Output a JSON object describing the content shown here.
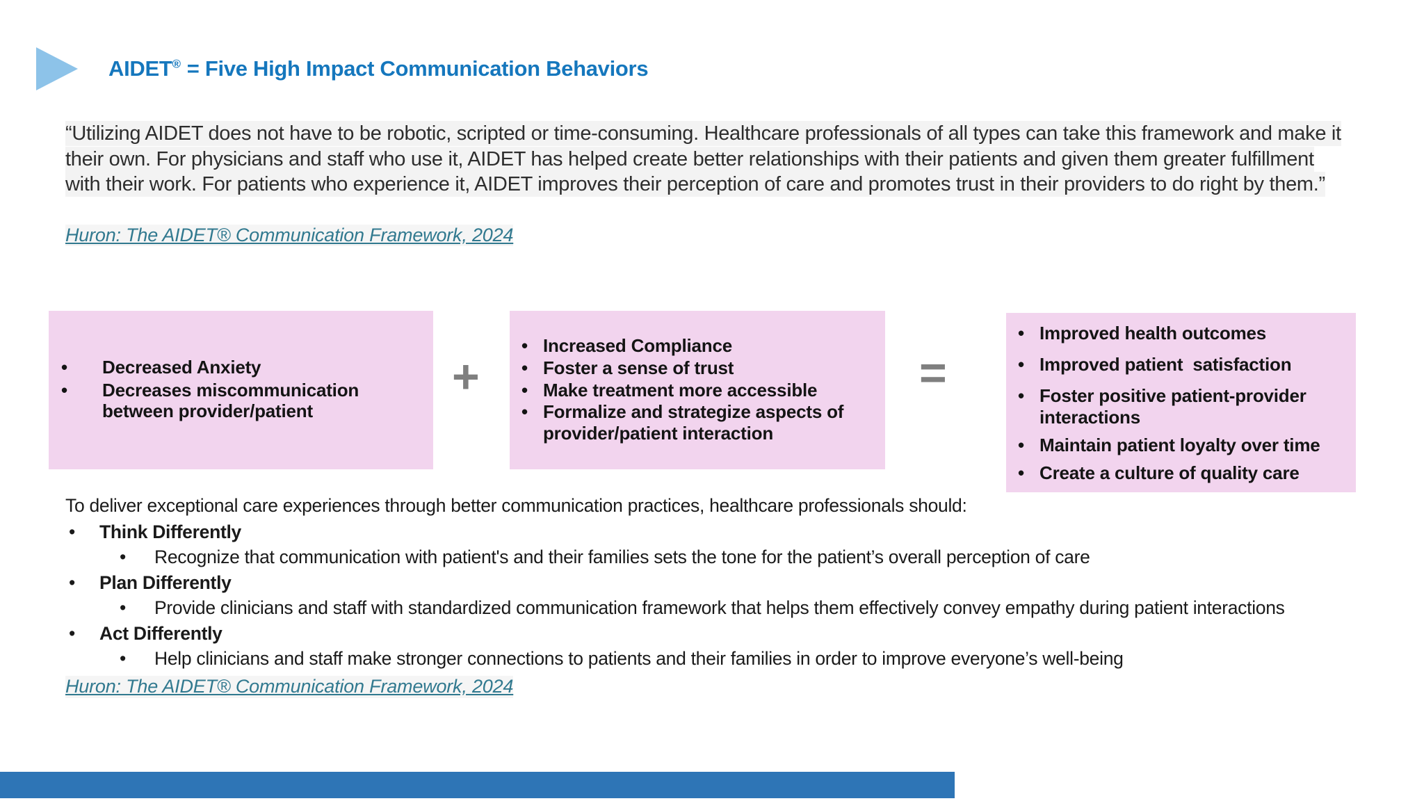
{
  "slide_title": {
    "product": "AIDET",
    "reg": "®",
    "rest": "= Five High Impact Communication Behaviors"
  },
  "quote": {
    "text": "“Utilizing AIDET does not have to be robotic, scripted or time-consuming. Healthcare professionals of all types can take this framework and make it their own. For physicians and staff who use it, AIDET has helped create better relationships with their patients and given them greater fulfillment with their work. For patients who experience it, AIDET improves their perception of care and promotes trust in their providers to do right by them.”",
    "citation": "Huron: The AIDET® Communication Framework, 2024"
  },
  "equation": {
    "plus_symbol": "+",
    "equals_symbol": "=",
    "benefits_provider": {
      "items": [
        "Decreased Anxiety",
        "Decreases miscommunication between provider/patient"
      ]
    },
    "benefits_process": {
      "items": [
        "Increased Compliance",
        "Foster a sense of trust",
        "Make treatment more accessible",
        "Formalize and strategize aspects of provider/patient interaction"
      ]
    },
    "benefits_outcomes": {
      "items": [
        "Improved health outcomes",
        "Improved patient  satisfaction",
        "Foster positive patient-provider interactions",
        "Maintain patient loyalty over time",
        "Create a culture of quality care"
      ]
    }
  },
  "summary": {
    "intro": "To deliver exceptional care experiences through better communication practices, healthcare professionals should:",
    "points": [
      {
        "title": "Think Differently",
        "detail": "Recognize that communication with patient's and their families sets the tone for the patient’s overall perception of care"
      },
      {
        "title": "Plan Differently",
        "detail": "Provide clinicians and staff with standardized communication framework that helps them effectively convey empathy during patient interactions"
      },
      {
        "title": "Act Differently",
        "detail": "Help clinicians and staff make stronger connections to patients and their families in order to improve everyone’s well-being"
      }
    ],
    "citation": "Huron: The AIDET® Communication Framework, 2024"
  },
  "colors": {
    "title_blue": "#1577BD",
    "arrow_blue": "#8DC3E9",
    "box_pink": "#F2D4EE",
    "link_teal": "#31798F",
    "operator_gray": "#7F7F7F",
    "footer_blue": "#2E75B6"
  }
}
